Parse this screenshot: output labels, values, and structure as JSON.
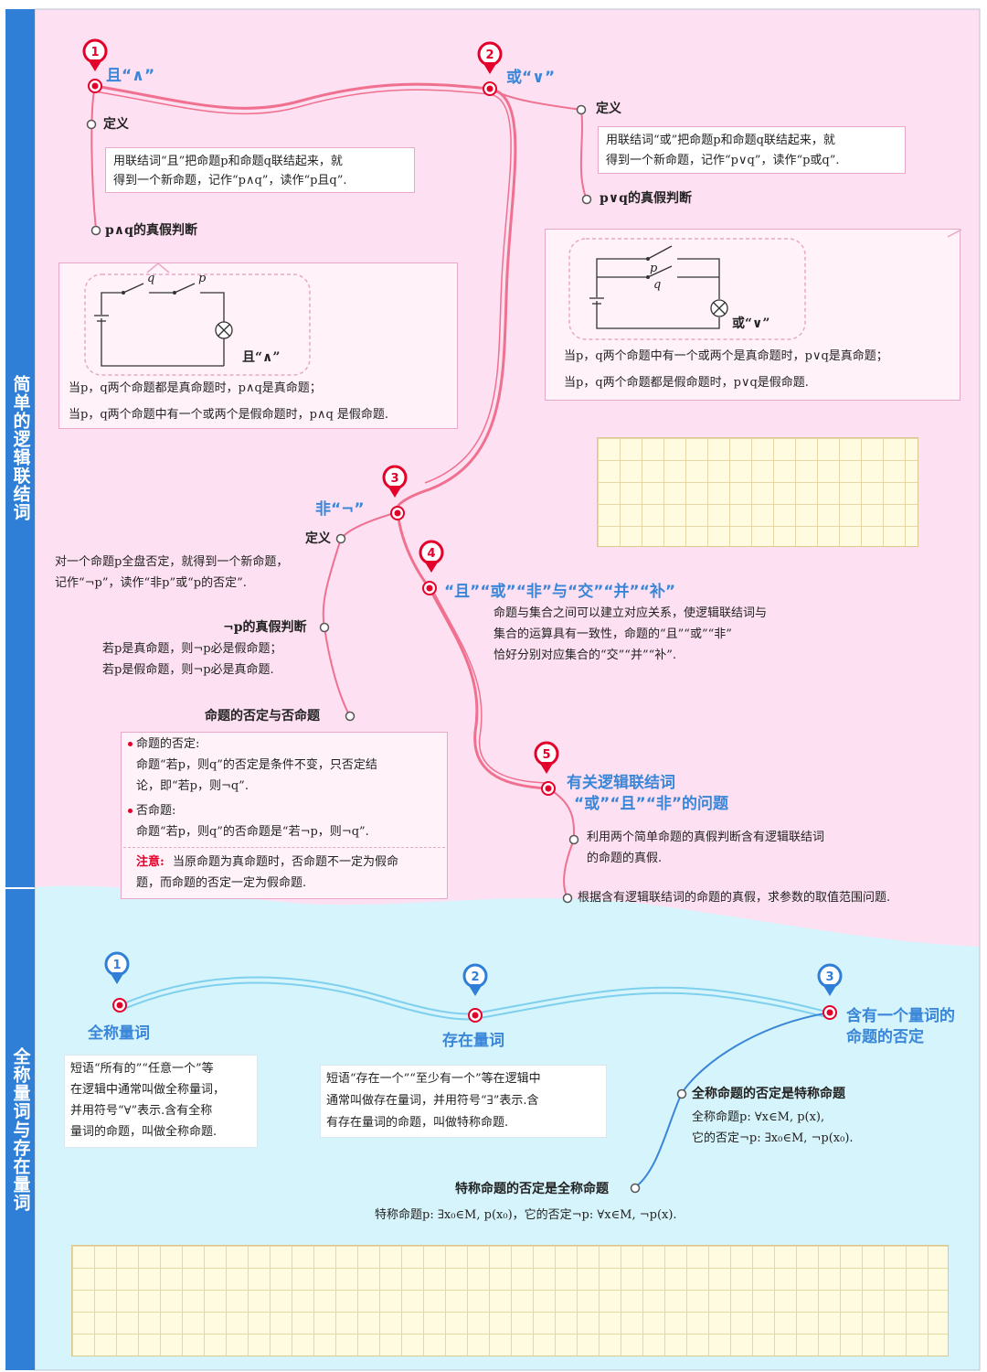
{
  "section1": {
    "title": "简单的逻辑联结词",
    "node1": {
      "num": "1",
      "title": "且“∧”",
      "def_label": "定义",
      "def_text": [
        "用联结词“且”把命题p和命题q联结起来，就",
        "得到一个新命题，记作“p∧q”，读作“p且q”."
      ],
      "judge_label": "p∧q的真假判断",
      "circuit": {
        "p": "p",
        "q": "q",
        "caption": "且“∧”"
      },
      "rules": [
        "当p，q两个命题都是真命题时，p∧q是真命题；",
        "当p，q两个命题中有一个或两个是假命题时，p∧q 是假命题."
      ]
    },
    "node2": {
      "num": "2",
      "title": "或“∨”",
      "def_label": "定义",
      "def_text": [
        "用联结词“或”把命题p和命题q联结起来，就",
        "得到一个新命题，记作“p∨q”，读作“p或q”."
      ],
      "judge_label": "p∨q的真假判断",
      "circuit": {
        "p": "p",
        "q": "q",
        "caption": "或“∨”"
      },
      "rules": [
        "当p，q两个命题中有一个或两个是真命题时，p∨q是真命题；",
        "当p，q两个命题都是假命题时，p∨q是假命题."
      ]
    },
    "node3": {
      "num": "3",
      "title": "非“¬”",
      "def_label": "定义",
      "def_text": [
        "对一个命题p全盘否定，就得到一个新命题，",
        "记作“¬p”，读作“非p”或“p的否定”."
      ],
      "judge_label": "¬p的真假判断",
      "judge_text": [
        "若p是真命题，则¬p必是假命题；",
        "若p是假命题，则¬p必是真命题."
      ],
      "neg_label": "命题的否定与否命题",
      "neg_box": {
        "item1_title": "命题的否定:",
        "item1_text": [
          "命题“若p，则q”的否定是条件不变，只否定结",
          "论，即“若p，则¬q”."
        ],
        "item2_title": "否命题:",
        "item2_text": [
          "命题“若p，则q”的否命题是“若¬p，则¬q”."
        ],
        "note_label": "注意:",
        "note_text": [
          "当原命题为真命题时，否命题不一定为假命",
          "题，而命题的否定一定为假命题."
        ]
      }
    },
    "node4": {
      "num": "4",
      "title": "“且”“或”“非”与“交”“并”“补”",
      "text": [
        "命题与集合之间可以建立对应关系，使逻辑联结词与",
        "集合的运算具有一致性，命题的“且”“或”“非”",
        "恰好分别对应集合的“交”“并”“补”."
      ]
    },
    "node5": {
      "num": "5",
      "title_line1": "有关逻辑联结词",
      "title_line2": "“或”“且”“非”的问题",
      "item1": [
        "利用两个简单命题的真假判断含有逻辑联结词",
        "的命题的真假."
      ],
      "item2": "根据含有逻辑联结词的命题的真假，求参数的取值范围问题."
    }
  },
  "section2": {
    "title": "全称量词与存在量词",
    "node1": {
      "num": "1",
      "title": "全称量词",
      "text": [
        "短语“所有的”“任意一个”等",
        "在逻辑中通常叫做全称量词，",
        "并用符号“∀”表示.含有全称",
        "量词的命题，叫做全称命题."
      ]
    },
    "node2": {
      "num": "2",
      "title": "存在量词",
      "text": [
        "短语“存在一个”“至少有一个”等在逻辑中",
        "通常叫做存在量词，并用符号“∃”表示.含",
        "有存在量词的命题，叫做特称命题."
      ]
    },
    "node3": {
      "num": "3",
      "title_line1": "含有一个量词的",
      "title_line2": "命题的否定",
      "item1_label": "全称命题的否定是特称命题",
      "item1_text": [
        "全称命题p: ∀x∈M, p(x),",
        "它的否定¬p: ∃x₀∈M, ¬p(x₀)."
      ],
      "item2_label": "特称命题的否定是全称命题",
      "item2_text": "特称命题p: ∃x₀∈M, p(x₀)，它的否定¬p: ∀x∈M, ¬p(x)."
    }
  },
  "colors": {
    "pink_bg": "#fde0f1",
    "blue_bg": "#d6f4fb",
    "red_line": "#f07090",
    "blue_line": "#7fd0ee",
    "title_blue": "#3a86d8",
    "side_blue": "#2f7fd6",
    "marker_red": "#e3002a"
  }
}
